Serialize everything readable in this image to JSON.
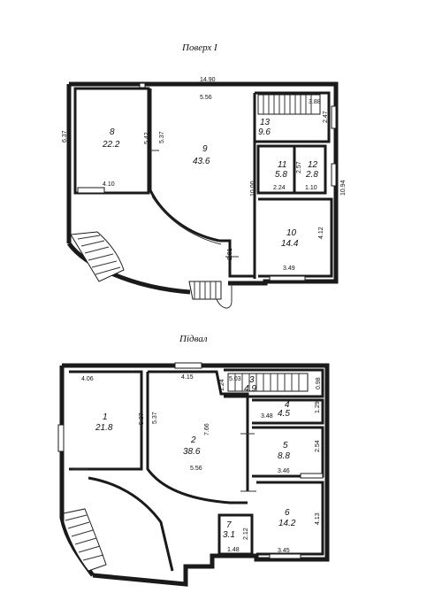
{
  "floor1": {
    "title": "Поверх I",
    "dims": {
      "overall_width": "14.90",
      "overall_height": "10.94",
      "left_height": "6.37",
      "room9_top": "5.56",
      "room8_h": "5.42",
      "room9_left": "5.37",
      "stair_w": "3.88",
      "stair_h": "2.47",
      "bath_h": "2.57",
      "room11_w": "2.24",
      "room12_w": "1.10",
      "room9_h": "10.00",
      "room10_h": "4.12",
      "room10_w": "3.49",
      "room8_w": "4.10",
      "corridor": "2.91"
    },
    "rooms": [
      {
        "no": "8",
        "area": "22.2"
      },
      {
        "no": "9",
        "area": "43.6"
      },
      {
        "no": "13",
        "area": "9.6"
      },
      {
        "no": "11",
        "area": "5.8"
      },
      {
        "no": "12",
        "area": "2.8"
      },
      {
        "no": "10",
        "area": "14.4"
      }
    ]
  },
  "basement": {
    "title": "Підвал",
    "dims": {
      "room1_w": "4.06",
      "room2_top": "4.15",
      "room3_h": "1.24",
      "room3_w": "5.03",
      "room3_r": "0.98",
      "room1_h": "5.37",
      "room2_left": "5.37",
      "room2_diag": "7.66",
      "room4_w": "3.48",
      "room4_h": "1.29",
      "room5_h": "2.54",
      "room5_w": "3.46",
      "room2_bottom": "5.56",
      "room6_h": "4.13",
      "room7_h": "2.12",
      "room7_w": "1.48",
      "room6_w": "3.45"
    },
    "rooms": [
      {
        "no": "1",
        "area": "21.8"
      },
      {
        "no": "2",
        "area": "38.6"
      },
      {
        "no": "3",
        "area": "4.9"
      },
      {
        "no": "4",
        "area": "4.5"
      },
      {
        "no": "5",
        "area": "8.8"
      },
      {
        "no": "6",
        "area": "14.2"
      },
      {
        "no": "7",
        "area": "3.1"
      }
    ]
  }
}
